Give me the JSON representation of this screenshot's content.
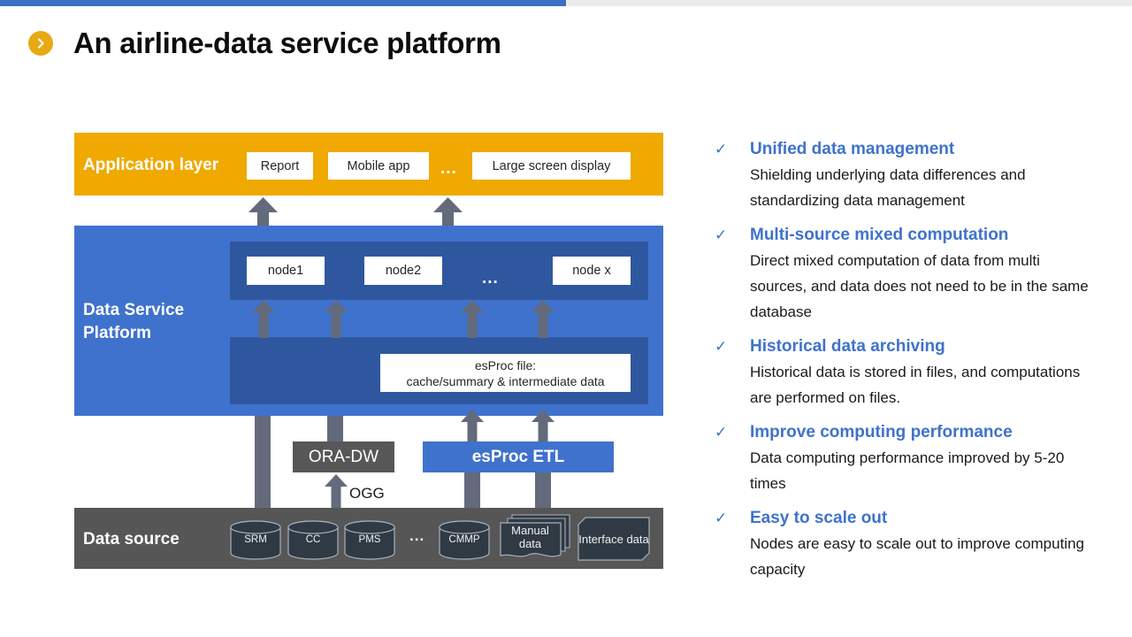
{
  "progress": {
    "percent": 50,
    "fill_color": "#3b6fc4",
    "track_color": "#ebebeb"
  },
  "header": {
    "title": "An airline-data service platform",
    "bullet_icon": "chevron-right-circle-icon",
    "bullet_color": "#e8a913"
  },
  "diagram": {
    "application_layer": {
      "label": "Application layer",
      "color": "#efa900",
      "chips": [
        {
          "label": "Report"
        },
        {
          "label": "Mobile app"
        },
        {
          "label": "Large screen display"
        }
      ],
      "ellipsis": "..."
    },
    "data_service_platform": {
      "label": "Data Service\nPlatform",
      "color": "#3f72cd",
      "inner_color": "#2f579f",
      "nodes": [
        {
          "label": "node1"
        },
        {
          "label": "node2"
        },
        {
          "label": "node x"
        }
      ],
      "nodes_ellipsis": "...",
      "esproc_file": {
        "line1": "esProc file:",
        "line2": "cache/summary & intermediate data"
      }
    },
    "etl": {
      "ora_dw_label": "ORA-DW",
      "ora_dw_color": "#575757",
      "esproc_etl_label": "esProc ETL",
      "esproc_etl_color": "#3f72cd",
      "ogg_label": "OGG"
    },
    "data_source": {
      "label": "Data source",
      "color": "#565656",
      "ellipsis": "...",
      "cylinders": [
        {
          "label": "SRM"
        },
        {
          "label": "CC"
        },
        {
          "label": "PMS"
        },
        {
          "label": "CMMP"
        }
      ],
      "documents": [
        {
          "label": "Manual\ndata",
          "shape": "stacked-documents"
        },
        {
          "label": "Interface\ndata",
          "shape": "document"
        }
      ]
    },
    "arrow_color": "#636a7b"
  },
  "bullets": {
    "check_glyph": "✓",
    "accent_color": "#3f72cd",
    "items": [
      {
        "heading": "Unified data management",
        "desc": "Shielding underlying data differences and standardizing data management"
      },
      {
        "heading": "Multi-source mixed computation",
        "desc": "Direct mixed computation of data from multi sources, and data does not need to be in the same database"
      },
      {
        "heading": "Historical data archiving",
        "desc": "Historical data is stored in files, and computations are performed on files."
      },
      {
        "heading": "Improve computing performance",
        "desc": "Data computing performance improved by 5-20 times"
      },
      {
        "heading": "Easy to scale out",
        "desc": "Nodes are easy to scale out to improve computing capacity"
      }
    ]
  }
}
